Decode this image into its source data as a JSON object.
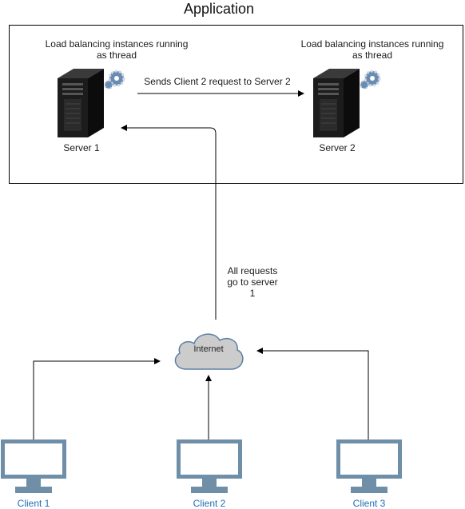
{
  "title": "Application",
  "servers": [
    {
      "label": "Server 1",
      "caption": "Load balancing instances running as thread",
      "icon": "server-tower-with-gears-icon"
    },
    {
      "label": "Server 2",
      "caption": "Load balancing instances running as thread",
      "icon": "server-tower-with-gears-icon"
    }
  ],
  "edges": {
    "server_to_server": "Sends Client 2 request to Server 2",
    "internet_to_server": "All requests go to server 1"
  },
  "internet": {
    "label": "Internet",
    "icon": "cloud-icon"
  },
  "clients": [
    {
      "label": "Client 1",
      "icon": "monitor-icon"
    },
    {
      "label": "Client 2",
      "icon": "monitor-icon"
    },
    {
      "label": "Client 3",
      "icon": "monitor-icon"
    }
  ],
  "colors": {
    "client_label": "#1f6fb5",
    "cloud_fill": "#cccccc",
    "monitor": "#6f8fa8"
  }
}
